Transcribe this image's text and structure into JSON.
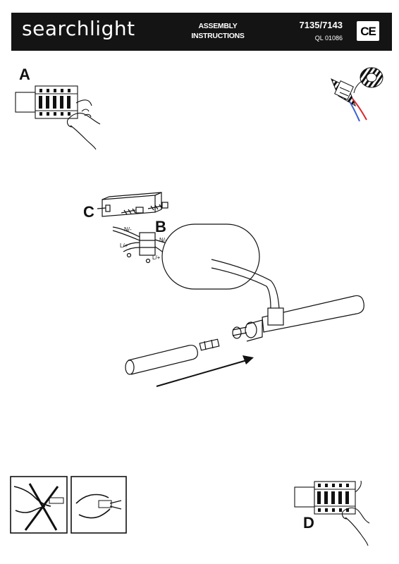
{
  "header": {
    "brand": "searchlight",
    "title_line1": "ASSEMBLY",
    "title_line2": "INSTRUCTIONS",
    "model": "7135/7143",
    "code": "QL 01086",
    "ce_mark": "CE"
  },
  "steps": {
    "a": "A",
    "b": "B",
    "c": "C",
    "d": "D"
  },
  "wire_labels": {
    "n_left": "N/-",
    "l_left": "L/+",
    "n_right": "N/-",
    "l_right": "L/+"
  },
  "colors": {
    "header_bg": "#141414",
    "ink": "#111111",
    "wire_red": "#d8262d",
    "wire_blue": "#3a5fd0"
  }
}
